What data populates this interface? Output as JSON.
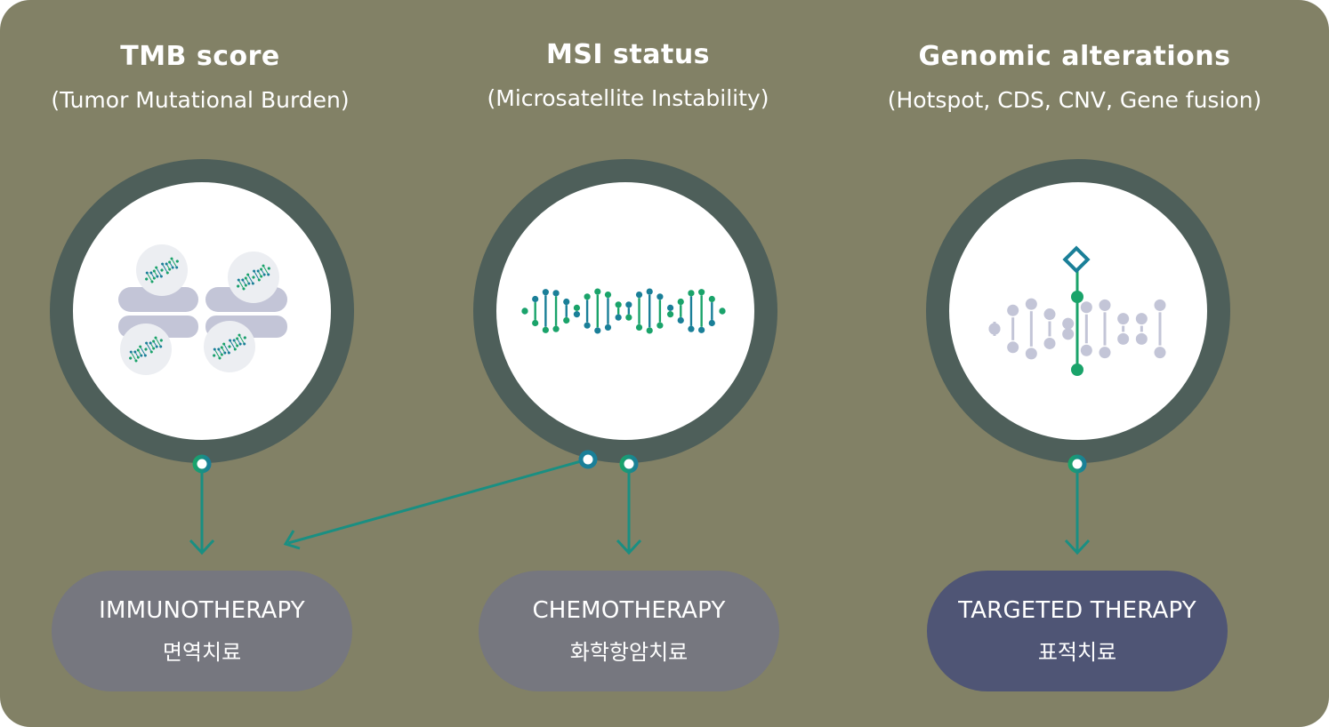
{
  "colors": {
    "background": "#828166",
    "ring": "#4e5f5a",
    "pill_default": "#76777f",
    "pill_highlight": "#4f5575",
    "green": "#1aa36a",
    "teal": "#1a7f98"
  },
  "columns": [
    {
      "title": "TMB score",
      "subtitle": "(Tumor Mutational Burden)",
      "icon": "cell-dna-icon",
      "therapy": {
        "name": "IMMUNOTHERAPY",
        "name_ko": "면역치료",
        "highlighted": false
      }
    },
    {
      "title": "MSI status",
      "subtitle": "(Microsatellite Instability)",
      "icon": "dna-strand-icon",
      "therapy": {
        "name": "CHEMOTHERAPY",
        "name_ko": "화학항암치료",
        "highlighted": false
      }
    },
    {
      "title": "Genomic alterations",
      "subtitle": "(Hotspot, CDS, CNV, Gene fusion)",
      "icon": "gene-alteration-icon",
      "therapy": {
        "name": "TARGETED THERAPY",
        "name_ko": "표적치료",
        "highlighted": true
      }
    }
  ]
}
